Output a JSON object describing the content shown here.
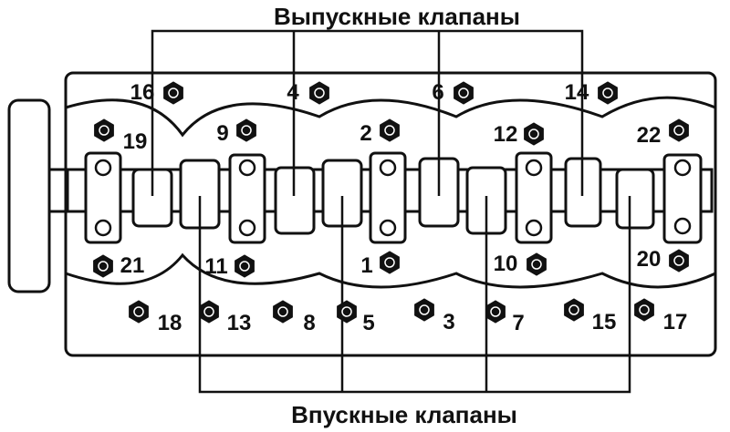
{
  "labels": {
    "exhaust": "Выпускные клапаны",
    "intake": "Впускные клапаны"
  },
  "bolts": [
    {
      "n": "1"
    },
    {
      "n": "2"
    },
    {
      "n": "3"
    },
    {
      "n": "4"
    },
    {
      "n": "5"
    },
    {
      "n": "6"
    },
    {
      "n": "7"
    },
    {
      "n": "8"
    },
    {
      "n": "9"
    },
    {
      "n": "10"
    },
    {
      "n": "11"
    },
    {
      "n": "12"
    },
    {
      "n": "13"
    },
    {
      "n": "14"
    },
    {
      "n": "15"
    },
    {
      "n": "16"
    },
    {
      "n": "17"
    },
    {
      "n": "18"
    },
    {
      "n": "19"
    },
    {
      "n": "20"
    },
    {
      "n": "21"
    },
    {
      "n": "22"
    }
  ],
  "colors": {
    "ink": "#111111",
    "paper": "#ffffff"
  }
}
